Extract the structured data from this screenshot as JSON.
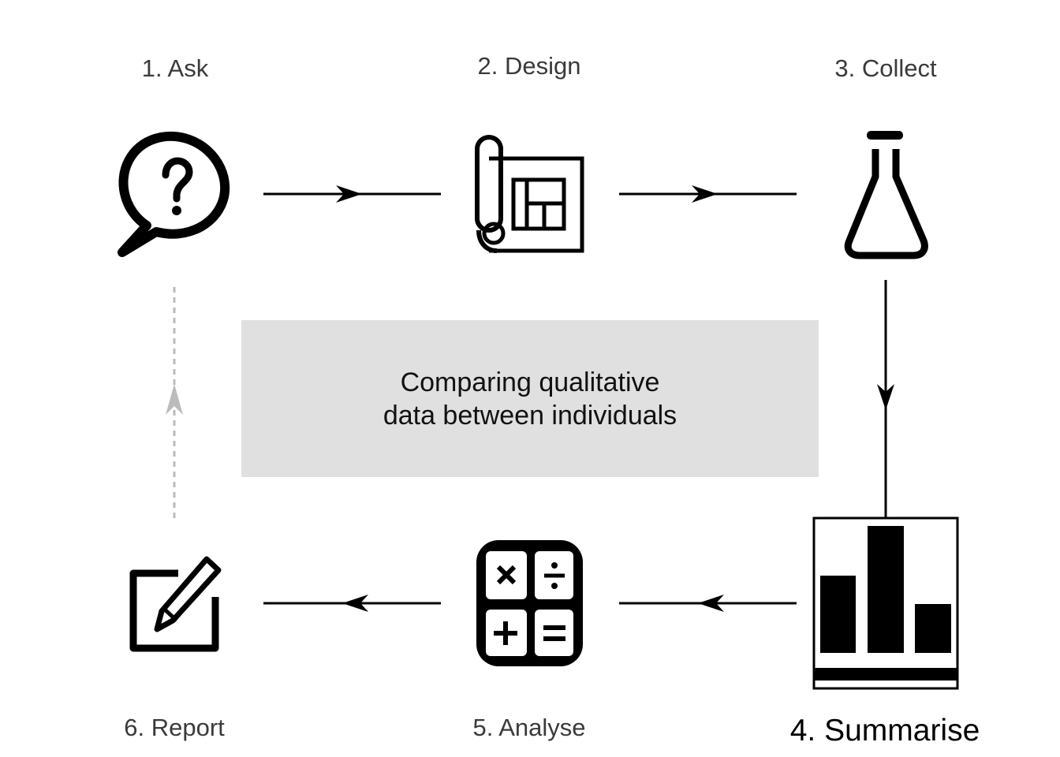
{
  "steps": {
    "ask": {
      "label": "1. Ask",
      "icon": "speech-bubble-question-icon"
    },
    "design": {
      "label": "2. Design",
      "icon": "blueprint-icon"
    },
    "collect": {
      "label": "3. Collect",
      "icon": "flask-icon"
    },
    "summarise": {
      "label": "4. Summarise",
      "icon": "bar-chart-icon",
      "active": true
    },
    "analyse": {
      "label": "5. Analyse",
      "icon": "calculator-icon"
    },
    "report": {
      "label": "6. Report",
      "icon": "edit-pencil-icon"
    }
  },
  "center": {
    "line1": "Comparing qualitative",
    "line2": "data between individuals"
  },
  "colors": {
    "ink": "#000000",
    "label": "#3a3a3a",
    "center_box": "#e0e0e0",
    "return_arrow": "#bbbbbb"
  }
}
